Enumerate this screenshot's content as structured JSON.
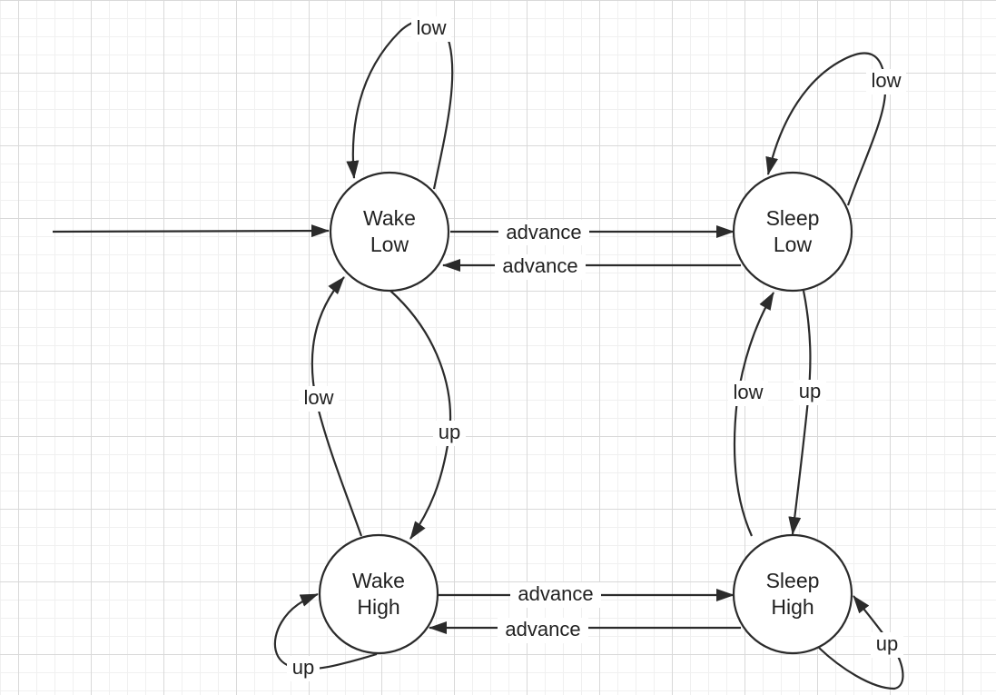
{
  "diagram": {
    "type": "state-machine",
    "initial_state": "wake_low",
    "states": {
      "wake_low": {
        "line1": "Wake",
        "line2": "Low"
      },
      "sleep_low": {
        "line1": "Sleep",
        "line2": "Low"
      },
      "wake_high": {
        "line1": "Wake",
        "line2": "High"
      },
      "sleep_high": {
        "line1": "Sleep",
        "line2": "High"
      }
    },
    "transitions": [
      {
        "from": "wake_low",
        "to": "wake_low",
        "label": "low"
      },
      {
        "from": "sleep_low",
        "to": "sleep_low",
        "label": "low"
      },
      {
        "from": "wake_low",
        "to": "sleep_low",
        "label": "advance"
      },
      {
        "from": "sleep_low",
        "to": "wake_low",
        "label": "advance"
      },
      {
        "from": "wake_low",
        "to": "wake_high",
        "label": "up"
      },
      {
        "from": "wake_high",
        "to": "wake_low",
        "label": "low"
      },
      {
        "from": "sleep_low",
        "to": "sleep_high",
        "label": "up"
      },
      {
        "from": "sleep_high",
        "to": "sleep_low",
        "label": "low"
      },
      {
        "from": "wake_high",
        "to": "sleep_high",
        "label": "advance"
      },
      {
        "from": "sleep_high",
        "to": "wake_high",
        "label": "advance"
      },
      {
        "from": "wake_high",
        "to": "wake_high",
        "label": "up"
      },
      {
        "from": "sleep_high",
        "to": "sleep_high",
        "label": "up"
      }
    ]
  }
}
